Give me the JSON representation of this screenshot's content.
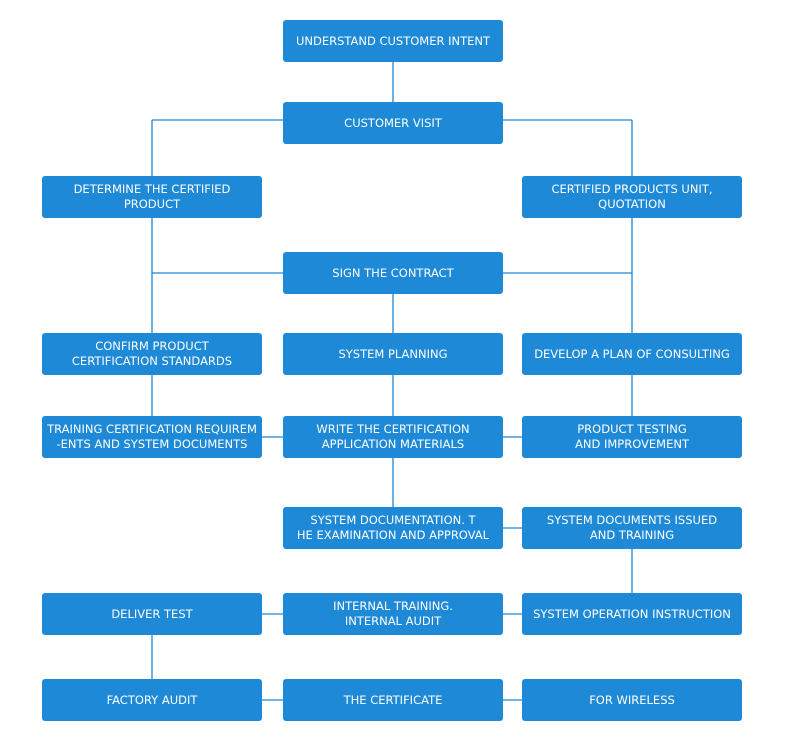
{
  "colors": {
    "box_fill": "#1e8ad7",
    "box_text": "#ffffff",
    "connector": "#1f88d6",
    "background": "#ffffff"
  },
  "nodes": {
    "understand_customer_intent": "UNDERSTAND CUSTOMER INTENT",
    "customer_visit": "CUSTOMER VISIT",
    "determine_certified_product": "DETERMINE THE CERTIFIED\nPRODUCT",
    "certified_products_unit_quotation": "CERTIFIED PRODUCTS UNIT,\nQUOTATION",
    "sign_the_contract": "SIGN THE CONTRACT",
    "confirm_product_certification_standards": "CONFIRM PRODUCT\nCERTIFICATION STANDARDS",
    "system_planning": "SYSTEM PLANNING",
    "develop_plan_of_consulting": "DEVELOP A PLAN OF CONSULTING",
    "training_certification_requirements": "TRAINING CERTIFICATION REQUIREM\n-ENTS AND SYSTEM DOCUMENTS",
    "write_certification_application_materials": "WRITE THE CERTIFICATION\nAPPLICATION MATERIALS",
    "product_testing_and_improvement": "PRODUCT TESTING\nAND IMPROVEMENT",
    "system_documentation_examination": "SYSTEM DOCUMENTATION. T\nHE EXAMINATION AND APPROVAL",
    "system_documents_issued_and_training": "SYSTEM DOCUMENTS ISSUED\nAND TRAINING",
    "deliver_test": "DELIVER TEST",
    "internal_training_internal_audit": "INTERNAL TRAINING.\nINTERNAL AUDIT",
    "system_operation_instruction": "SYSTEM OPERATION INSTRUCTION",
    "factory_audit": "FACTORY AUDIT",
    "the_certificate": "THE CERTIFICATE",
    "for_wireless": "FOR WIRELESS"
  }
}
